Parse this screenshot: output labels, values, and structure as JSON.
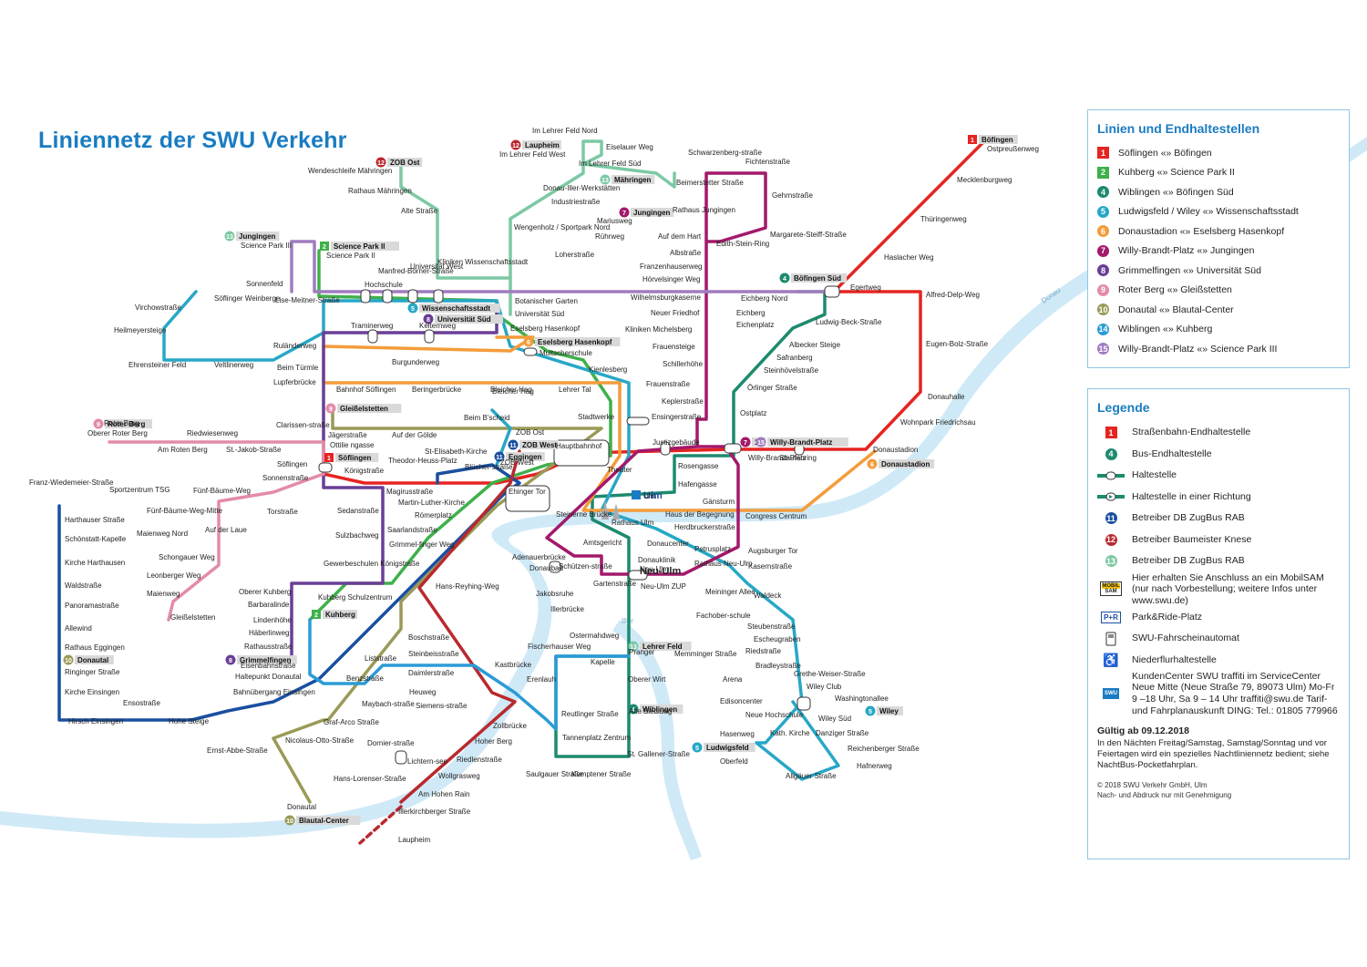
{
  "title": "Liniennetz der SWU Verkehr",
  "colors": {
    "river": "#cfe9f7",
    "line1": "#e52421",
    "line2": "#3fb04a",
    "line4": "#1d8a6e",
    "line5": "#27a7c6",
    "line6": "#f39c3b",
    "line7": "#a3196b",
    "line8": "#6a3e96",
    "line9": "#e38ba8",
    "line10": "#9a9a57",
    "line11": "#1a4fa0",
    "line12": "#b9292e",
    "line13": "#7cc9a4",
    "line14": "#2b9bd6",
    "line15": "#a07cc0",
    "accent": "#1a7cc2"
  },
  "lines_panel": {
    "heading": "Linien und Endhaltestellen",
    "items": [
      {
        "num": "1",
        "label": "Söflingen «» Böfingen",
        "shape": "square",
        "color": "#e52421"
      },
      {
        "num": "2",
        "label": "Kuhberg «» Science Park II",
        "shape": "square",
        "color": "#3fb04a"
      },
      {
        "num": "4",
        "label": "Wiblingen «» Böfingen Süd",
        "shape": "round",
        "color": "#1d8a6e"
      },
      {
        "num": "5",
        "label": "Ludwigsfeld / Wiley «» Wissenschaftsstadt",
        "shape": "round",
        "color": "#27a7c6"
      },
      {
        "num": "6",
        "label": "Donaustadion «» Eselsberg Hasenkopf",
        "shape": "round",
        "color": "#f39c3b"
      },
      {
        "num": "7",
        "label": "Willy-Brandt-Platz «» Jungingen",
        "shape": "round",
        "color": "#a3196b"
      },
      {
        "num": "8",
        "label": "Grimmelfingen «» Universität Süd",
        "shape": "round",
        "color": "#6a3e96"
      },
      {
        "num": "9",
        "label": "Roter Berg «» Gleißstetten",
        "shape": "round",
        "color": "#e38ba8"
      },
      {
        "num": "10",
        "label": "Donautal «» Blautal-Center",
        "shape": "round",
        "color": "#9a9a57"
      },
      {
        "num": "14",
        "label": "Wiblingen «» Kuhberg",
        "shape": "round",
        "color": "#2b9bd6"
      },
      {
        "num": "15",
        "label": "Willy-Brandt-Platz «» Science Park III",
        "shape": "round",
        "color": "#a07cc0"
      }
    ]
  },
  "legend": {
    "heading": "Legende",
    "items": [
      {
        "sym": "tram-terminal",
        "num": "1",
        "label": "Straßenbahn-Endhaltestelle"
      },
      {
        "sym": "bus-terminal",
        "num": "4",
        "label": "Bus-Endhaltestelle"
      },
      {
        "sym": "stop",
        "label": "Haltestelle"
      },
      {
        "sym": "stop-oneway",
        "label": "Haltestelle in einer Richtung"
      },
      {
        "sym": "op11",
        "num": "11",
        "label": "Betreiber DB ZugBus RAB"
      },
      {
        "sym": "op12",
        "num": "12",
        "label": "Betreiber Baumeister Knese"
      },
      {
        "sym": "op13",
        "num": "13",
        "label": "Betreiber DB ZugBus RAB"
      },
      {
        "sym": "mobil",
        "icon_text_1": "MOBIL",
        "icon_text_2": "SAM",
        "label": "Hier erhalten Sie Anschluss an ein MobilSAM (nur nach Vorbestellung; weitere Infos unter www.swu.de)"
      },
      {
        "sym": "pr",
        "icon_text_1": "P+R",
        "label": "Park&Ride-Platz"
      },
      {
        "sym": "ticket",
        "label": "SWU-Fahrscheinautomat"
      },
      {
        "sym": "wheelchair",
        "label": "Niederflurhaltestelle"
      },
      {
        "sym": "swu",
        "icon_text_1": "SWU",
        "label": "KundenCenter SWU traffiti im ServiceCenter Neue Mitte (Neue Straße 79, 89073 Ulm) Mo-Fr 9 –18 Uhr, Sa 9 – 14 Uhr traffiti@swu.de Tarif- und Fahrplanauskunft DING: Tel.: 01805 779966"
      }
    ],
    "valid_title": "Gültig ab 09.12.2018",
    "valid_text": "In den Nächten Freitag/Samstag, Samstag/Sonntag und vor Feiertagen wird ein spezielles Nachtliniennetz bedient; siehe NachtBus-Pocketfahrplan.",
    "copyright": "© 2018 SWU Verkehr GmbH, Ulm",
    "reprint": "Nach- und Abdruck nur mit Genehmigung"
  },
  "map": {
    "river_names": [
      "Donau",
      "Iller"
    ],
    "city_labels": [
      "Ulm",
      "Neu-Ulm"
    ],
    "terminals": [
      {
        "num": "1",
        "label": "Böfingen",
        "color": "#e52421"
      },
      {
        "num": "1",
        "label": "Söflingen",
        "color": "#e52421"
      },
      {
        "num": "2",
        "label": "Science Park II",
        "color": "#3fb04a"
      },
      {
        "num": "2",
        "label": "Kuhberg",
        "color": "#3fb04a"
      },
      {
        "num": "4",
        "label": "Böfingen Süd",
        "color": "#1d8a6e"
      },
      {
        "num": "4",
        "label": "Wiblingen",
        "color": "#1d8a6e"
      },
      {
        "num": "5",
        "label": "Wissenschaftsstadt",
        "color": "#27a7c6"
      },
      {
        "num": "5",
        "label": "Wiley",
        "color": "#27a7c6"
      },
      {
        "num": "5",
        "label": "Ludwigsfeld",
        "color": "#27a7c6"
      },
      {
        "num": "6",
        "label": "Eselsberg Hasenkopf",
        "color": "#f39c3b"
      },
      {
        "num": "6",
        "label": "Donaustadion",
        "color": "#f39c3b"
      },
      {
        "num": "7",
        "label": "Jungingen",
        "color": "#a3196b"
      },
      {
        "num": "7",
        "label": "15",
        "color": "#a3196b"
      },
      {
        "num": "15",
        "label": "Willy-Brandt-Platz",
        "color": "#a07cc0"
      },
      {
        "num": "8",
        "label": "Universität Süd",
        "color": "#6a3e96"
      },
      {
        "num": "8",
        "label": "Grimmelfingen",
        "color": "#6a3e96"
      },
      {
        "num": "9",
        "label": "Roter Berg",
        "color": "#e38ba8"
      },
      {
        "num": "9",
        "label": "Gleißelstetten",
        "color": "#e38ba8"
      },
      {
        "num": "10",
        "label": "Blautal-Center",
        "color": "#9a9a57"
      },
      {
        "num": "10",
        "label": "Donautal",
        "color": "#9a9a57"
      },
      {
        "num": "11",
        "label": "Eggingen",
        "color": "#1a4fa0"
      },
      {
        "num": "11",
        "label": "ZOB West",
        "color": "#1a4fa0"
      },
      {
        "num": "12",
        "label": "ZOB Ost",
        "color": "#b9292e"
      },
      {
        "num": "12",
        "label": "Laupheim",
        "color": "#b9292e"
      },
      {
        "num": "13",
        "label": "Mähringen",
        "color": "#7cc9a4"
      },
      {
        "num": "13",
        "label": "Lehrer Feld",
        "color": "#7cc9a4"
      },
      {
        "num": "13",
        "label": "Jungingen",
        "color": "#7cc9a4"
      },
      {
        "num": "14",
        "label": "Wiblingen",
        "color": "#2b9bd6"
      },
      {
        "num": "14",
        "label": "Kuhberg",
        "color": "#2b9bd6"
      },
      {
        "num": "15",
        "label": "Science Park III",
        "color": "#a07cc0"
      }
    ],
    "stations": [
      "Ostpreußenweg",
      "Mecklenburgweg",
      "Thüringenweg",
      "Haslacher Weg",
      "Egertweg",
      "Alfred-Delp-Weg",
      "Eugen-Bolz-Straße",
      "Donauhalle",
      "Wohnpark Friedrichsau",
      "Donaustadion",
      "Im Lehrer Feld Nord",
      "Im Lehrer Feld West",
      "Eiselauer Weg",
      "Im Lehrer Feld Süd",
      "Schwarzenberg-straße",
      "Fichtenstraße",
      "Beimerstetter Straße",
      "Gehrnstraße",
      "Donau-Iller-Werkstätten",
      "Industriestraße",
      "Mariusweg",
      "Rathaus Jungingen",
      "Margarete-Steiff-Straße",
      "Edith-Stein-Ring",
      "Rührweg",
      "Loherstraße",
      "Wengenholz / Sportpark Nord",
      "Auf dem Hart",
      "Albstraße",
      "Franzenhauserweg",
      "Hörvelsinger Weg",
      "Wendeschleife Mähringen",
      "Rathaus Mähringen",
      "Alte Straße",
      "Science Park III",
      "Science Park II",
      "Sonnenfeld",
      "Virchowstraße",
      "Söflinger Weinberge",
      "Lise-Meitner-Straße",
      "Heilmeyersteige",
      "Ehrensteiner Feld",
      "Veltlinerweg",
      "Hochschule",
      "Manfred-Börner-Straße",
      "Universität West",
      "Kliniken Wissenschaftsstadt",
      "Botanischer Garten",
      "Universität Süd",
      "Eselsberg Hasenkopf",
      "Multscherschule",
      "Traminerweg",
      "Kelternweg",
      "Ruländerweg",
      "Beim Türmle",
      "Lupferbrücke",
      "Burgunderweg",
      "Kienlesberg",
      "Bahnhof Söflingen",
      "Beringerbrücke",
      "Bleicher Hag",
      "Lehrer Tal",
      "Stadtwerke",
      "Wilhelmsburgkaserne",
      "Neuer Friedhof",
      "Kliniken Michelsberg",
      "Frauensteige",
      "Schillerhöhe",
      "Frauenstraße",
      "Keplerstraße",
      "Ensingerstraße",
      "Eichberg Nord",
      "Eichberg",
      "Eichenplatz",
      "Ludwig-Beck-Straße",
      "Albecker Steige",
      "Safranberg",
      "Steinhövelstraße",
      "Örlinger Straße",
      "Ostplatz",
      "Justizgebäude",
      "Staufenring",
      "Willy-Brandt-Platz",
      "Rosengasse",
      "Hafengasse",
      "Gänsturm",
      "Congress Centrum",
      "Augsburger Tor",
      "Kasernstraße",
      "Roter Berg",
      "Oberer Roter Berg",
      "Riedwiesenweg",
      "Am Roten Berg",
      "St.-Jakob-Straße",
      "Clarissen-straße",
      "Jägerstraße",
      "Ottilie ngasse",
      "Söflingen",
      "Sonnenstraße",
      "Königstraße",
      "Auf der Gölde",
      "Beim B'scheid",
      "ZOB Ost",
      "Hauptbahnhof",
      "St-Elisabeth-Kirche",
      "Theodor-Heuss-Platz",
      "Blücher-straße",
      "ZOB West",
      "Theater",
      "Ulm",
      "Franz-Wiedemeier-Straße",
      "Sportzentrum TSG",
      "Fünf-Bäume-Weg",
      "Fünf-Bäume-Weg-Mitte",
      "Maienweg Nord",
      "Auf der Laue",
      "Torstraße",
      "Magirusstraße",
      "Martin-Luther-Kirche",
      "Ehinger Tor",
      "Sedanstraße",
      "Römerplatz",
      "Saarlandstraße",
      "Sulzbachweg",
      "Grimmel-finger Weg",
      "Gewerbeschulen Königstraße",
      "Schongauer Weg",
      "Leonberger Weg",
      "Maienweg",
      "Gleißelstetten",
      "Harthauser Straße",
      "Schönstatt-Kapelle",
      "Kirche Harthausen",
      "Waldstraße",
      "Panoramastraße",
      "Allewind",
      "Rathaus Eggingen",
      "Ringinger Straße",
      "Kirche Einsingen",
      "Hirsch Einsingen",
      "Ensostraße",
      "Hohe Steige",
      "Bahnübergang Einsingen",
      "Oberer Kuhberg",
      "Barbaralinde",
      "Lindenhöhe",
      "Häberlinweg",
      "Rathausstraße",
      "Eisenbahnstraße",
      "Haltepunkt Donautal",
      "Kuhberg Schulzentrum",
      "Benzstraße",
      "Bleicher Hag",
      "Steinerne Brücke",
      "Rathaus Ulm",
      "Haus der Begegnung",
      "Herdbruckerstraße",
      "Amtsgericht",
      "Donaucenter",
      "Donauklinik",
      "Petrusplatz",
      "Rathaus Neu-Ulm",
      "Adenauerbrücke",
      "Donaubad",
      "Schützen-straße",
      "Gartenstraße",
      "Neu-Ulm ZUP",
      "Neu-Ulm",
      "Meininger Allee",
      "Waldeck",
      "Jakobsruhe",
      "Illerbrücke",
      "Fachober-schule",
      "Steubenstraße",
      "Escheugraben",
      "Riedstraße",
      "Bradleystraße",
      "Grethe-Weiser-Straße",
      "Wiley Club",
      "Washingtonallee",
      "Wiley Süd",
      "Arena",
      "Memminger Straße",
      "Edisoncenter",
      "Neue Hochschule",
      "Hasenweg",
      "Kath. Kirche",
      "Danziger Straße",
      "Reichenberger Straße",
      "Hafnerweg",
      "Oberfeld",
      "Allgäuer Straße",
      "Hans-Reyhing-Weg",
      "Boschstraße",
      "Steinbeisstraße",
      "Daimlerstraße",
      "Heuweg",
      "Siemens-straße",
      "Liststraße",
      "Maybach-straße",
      "Graf-Arco Straße",
      "Nicolaus-Otto-Straße",
      "Dornier-straße",
      "Lichtern-see",
      "Hans-Lorenser-Straße",
      "Ernst-Abbe-Straße",
      "Donautal",
      "Fischerhauser Weg",
      "Ostermahdweg",
      "Kapelle",
      "Pranger",
      "Oberer Wirt",
      "Erenlauh",
      "Reutlinger Straße",
      "Tannenplatz Zentrum",
      "Alte Siedlung",
      "St. Gallener-Straße",
      "Saulgauer Straße",
      "Kemptener Straße",
      "Kastbrücke",
      "Zollbrücke",
      "Hoher Berg",
      "Riedlenstraße",
      "Wollgrasweg",
      "Am Hohen Rain",
      "Illerkirchberger Straße",
      "Laupheim"
    ]
  }
}
